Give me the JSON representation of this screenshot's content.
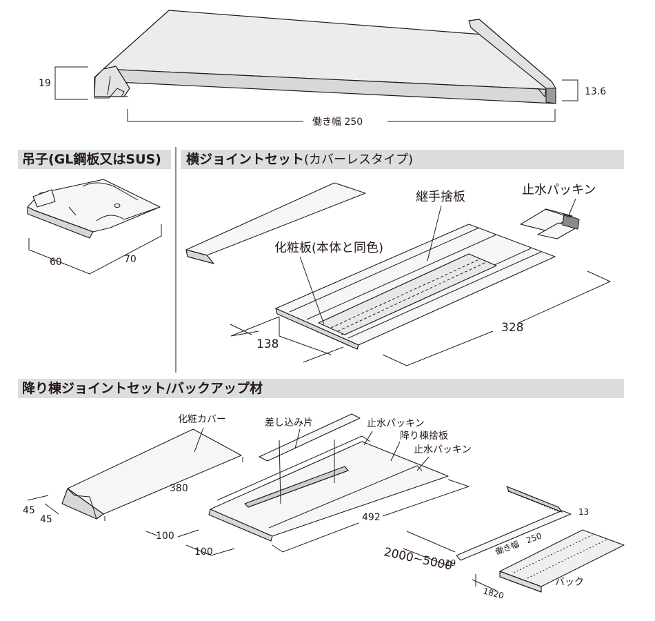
{
  "top_panel": {
    "dims": {
      "height_left": "19",
      "height_right": "13.6",
      "width": "働き幅 250"
    }
  },
  "hanger": {
    "title": "吊子(GL鋼板又はSUS)",
    "dims": {
      "a": "60",
      "b": "70"
    }
  },
  "joint_set": {
    "title": "横ジョイントセット",
    "subtitle": "(カバーレスタイプ)",
    "labels": {
      "seam_plate": "継手捨板",
      "cosmetic_plate": "化粧板(本体と同色)",
      "packing": "止水パッキン"
    },
    "dims": {
      "short": "138",
      "long": "328"
    }
  },
  "ridge_set": {
    "title": "降り棟ジョイントセット/バックアップ材",
    "labels": {
      "cover": "化粧カバー",
      "insert": "差し込み片",
      "packing_1": "止水パッキン",
      "plate": "降り棟捨板",
      "packing_2": "止水パッキン",
      "backup": "バック"
    },
    "dims": {
      "cover_len": "380",
      "cover_a": "45",
      "cover_b": "45",
      "plate_len": "492",
      "plate_a": "100",
      "plate_b": "100",
      "backup_range": "2000~5000",
      "backup_h": "19",
      "backup_top": "13",
      "backup_width": "働き幅　250",
      "backup_len": "1820"
    }
  },
  "colors": {
    "header_bg": "#dcdddd",
    "line": "#231815",
    "divider": "#231815"
  }
}
